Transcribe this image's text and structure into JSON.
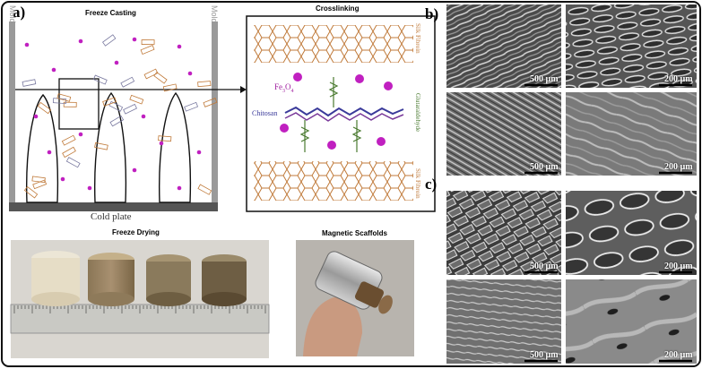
{
  "panel_a": {
    "letter": "a)",
    "freeze_casting_title": "Freeze Casting",
    "mold_left": "Mold",
    "mold_right": "Mold",
    "cold_plate": "Cold plate",
    "crosslinking_title": "Crosslinking",
    "silk_fibroin_top": "Silk Fibroin",
    "silk_fibroin_bottom": "Silk Fibroin",
    "fe3o4": "Fe",
    "fe3o4_sub1": "3",
    "fe3o4_o": "O",
    "fe3o4_sub2": "4",
    "chitosan": "Chitosan",
    "glutaraldehyde": "Glutaraldehyde",
    "freeze_drying_title": "Freeze Drying",
    "magnetic_scaffolds_title": "Magnetic Scaffolds"
  },
  "panel_b": {
    "letter": "b)",
    "scale_labels": [
      "500 µm",
      "200 µm",
      "500 µm",
      "200 µm"
    ]
  },
  "panel_c": {
    "letter": "c)",
    "scale_labels": [
      "500 µm",
      "200 µm",
      "500 µm",
      "200 µm"
    ]
  },
  "colors": {
    "silk": "#c07a3a",
    "magnetite": "#c020c0",
    "chitosan": "#3a3a9a",
    "glutaraldehyde": "#4a7a30"
  }
}
